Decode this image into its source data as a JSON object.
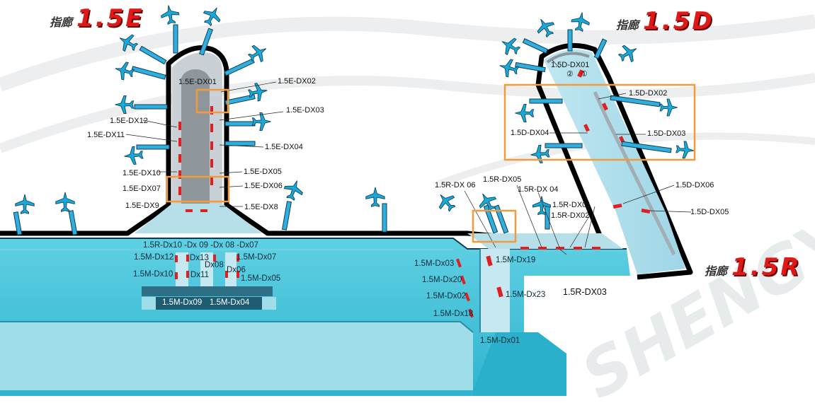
{
  "piers": {
    "e": {
      "prefix": "指廊",
      "code": "1.5E"
    },
    "d": {
      "prefix": "指廊",
      "code": "1.5D"
    },
    "r": {
      "prefix": "指廊",
      "code": "1.5R"
    }
  },
  "colors": {
    "concourse_fill": "#46c2d8",
    "pier_fill": "#a9dcea",
    "outline": "#000000",
    "gate_marker": "#e02020",
    "highlight_box": "#f39a3c",
    "aircraft": "#1aa8d8"
  },
  "labels": {
    "e_dx01": "1.5E-DX01",
    "e_dx02": "1.5E-DX02",
    "e_dx03": "1.5E-DX03",
    "e_dx04": "1.5E-DX04",
    "e_dx05": "1.5E-DX05",
    "e_dx06": "1.5E-DX06",
    "e_dx07": "1.5E-DX07",
    "e_dx8": "1.5E-DX8",
    "e_dx9": "1.5E-DX9",
    "e_dx10": "1.5E-DX10",
    "e_dx11": "1.5E-DX11",
    "e_dx12": "1.5E-DX12",
    "d_dx01": "1.5D-DX01",
    "d_dx02": "1.5D-DX02",
    "d_dx03": "1.5D-DX03",
    "d_dx04": "1.5D-DX04",
    "d_dx05": "1.5D-DX05",
    "d_dx06": "1.5D-DX06",
    "d_circle_2": "②",
    "d_circle_1": "①",
    "r_dx01": "1.5R-DX01",
    "r_dx02": "1.5R-DX02",
    "r_dx03": "1.5R-DX03",
    "r_dx04": "1.5R-DX 04",
    "r_dx05": "1.5R-DX05",
    "r_dx06": "1.5R-DX 06",
    "r_dx10_row": "1.5R-Dx10 -Dx 09 -Dx 08 -Dx07",
    "m_dx01": "1.5M-Dx01",
    "m_dx02": "1.5M-Dx02",
    "m_dx03": "1.5M-Dx03",
    "m_dx04": "1.5M-Dx04",
    "m_dx05": "1.5M-Dx05",
    "m_dx06": "Dx06",
    "m_dx07": "1.5M-Dx07",
    "m_dx08": "Dx08",
    "m_dx09": "1.5M-Dx09",
    "m_dx10": "1.5M-Dx10",
    "m_dx11": "Dx11",
    "m_dx12": "1.5M-Dx12",
    "m_dx13": "Dx13",
    "m_dx18": "1.5M-Dx18",
    "m_dx19": "1.5M-Dx19",
    "m_dx20": "1.5M-Dx20",
    "m_dx23": "1.5M-Dx23"
  }
}
